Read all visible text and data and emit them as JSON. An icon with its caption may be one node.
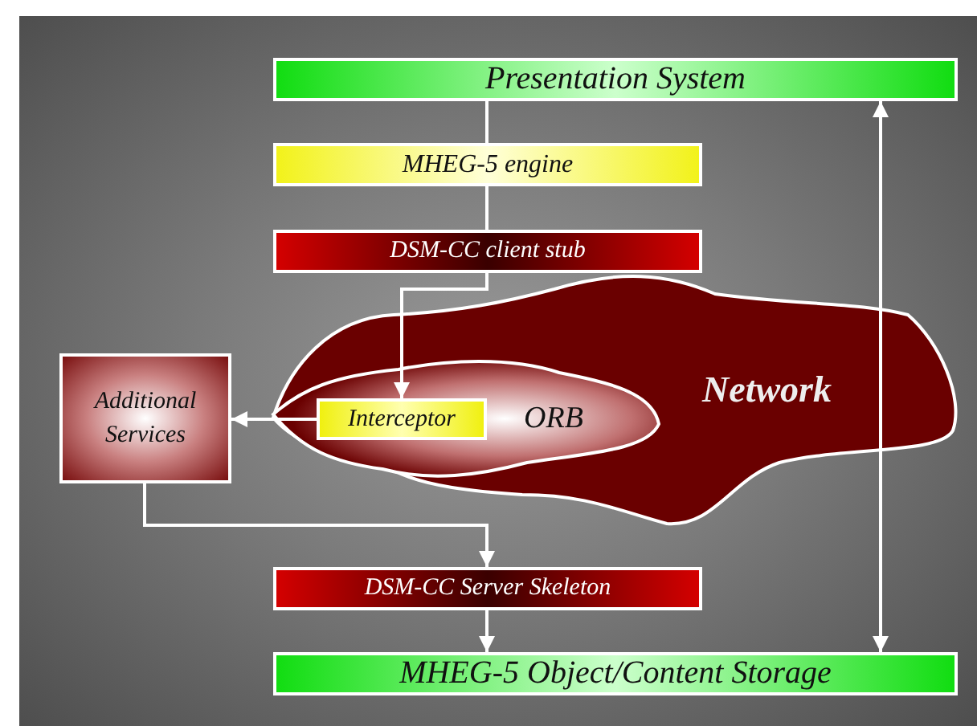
{
  "diagram": {
    "nodes": [
      {
        "text": [
          "Presentation System"
        ]
      },
      {
        "text": [
          "MHEG-5 engine"
        ]
      },
      {
        "text": [
          "DSM-CC client stub"
        ]
      },
      {
        "text": [
          "Network"
        ]
      },
      {
        "text": [
          "ORB"
        ],
        "in": 3
      },
      {
        "text": [
          "Interceptor"
        ],
        "in": 4
      },
      {
        "text": [
          "Additional Services"
        ]
      },
      {
        "text": [
          "DSM-CC Server Skeleton"
        ]
      },
      {
        "text": [
          "MHEG-5 Object/Content Storage"
        ]
      }
    ],
    "edges": [
      {
        "from": 0,
        "to": 1,
        "arrow": "none"
      },
      {
        "from": 1,
        "to": 2,
        "arrow": "none"
      },
      {
        "from": 2,
        "to": 5,
        "arrow": "to"
      },
      {
        "from": 5,
        "to": 6,
        "arrow": "to"
      },
      {
        "from": 6,
        "to": 7,
        "arrow": "to"
      },
      {
        "from": 7,
        "to": 8,
        "arrow": "to"
      },
      {
        "from": 0,
        "to": 8,
        "arrow": "both"
      }
    ]
  }
}
